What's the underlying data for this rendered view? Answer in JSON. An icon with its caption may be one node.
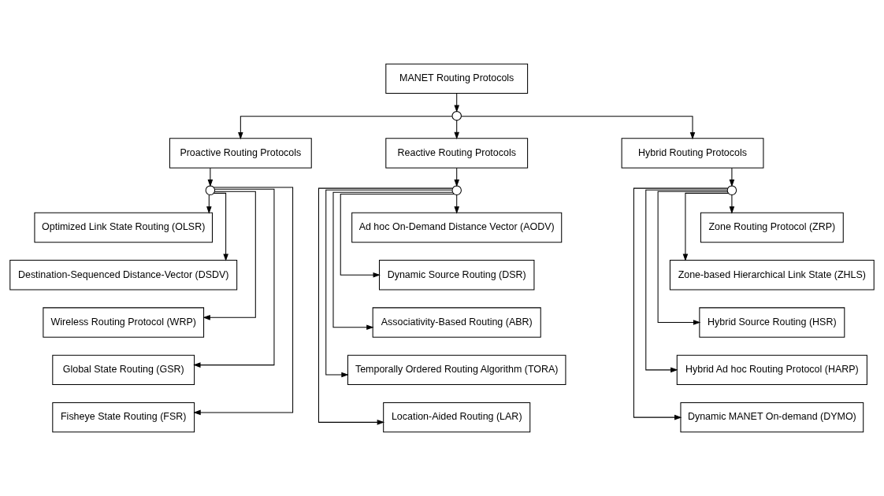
{
  "diagram": {
    "nodes": [
      {
        "text": [
          "MANET Routing Protocols"
        ]
      },
      {
        "text": [],
        "shape": "circle"
      },
      {
        "text": [
          "Proactive Routing Protocols"
        ]
      },
      {
        "text": [
          "Reactive Routing Protocols"
        ]
      },
      {
        "text": [
          "Hybrid Routing Protocols"
        ]
      },
      {
        "text": [],
        "shape": "circle"
      },
      {
        "text": [
          "Optimized Link State Routing (OLSR)"
        ]
      },
      {
        "text": [
          "Destination-Sequenced Distance-Vector (DSDV)"
        ]
      },
      {
        "text": [
          "Wireless Routing Protocol (WRP)"
        ]
      },
      {
        "text": [
          "Global State Routing (GSR)"
        ]
      },
      {
        "text": [
          "Fisheye State Routing (FSR)"
        ]
      },
      {
        "text": [],
        "shape": "circle"
      },
      {
        "text": [
          "Ad hoc On-Demand Distance Vector (AODV)"
        ]
      },
      {
        "text": [
          "Dynamic Source Routing (DSR)"
        ]
      },
      {
        "text": [
          "Associativity-Based Routing (ABR)"
        ]
      },
      {
        "text": [
          "Temporally Ordered Routing Algorithm (TORA)"
        ]
      },
      {
        "text": [
          "Location-Aided Routing (LAR)"
        ]
      },
      {
        "text": [],
        "shape": "circle"
      },
      {
        "text": [
          "Zone Routing Protocol (ZRP)"
        ]
      },
      {
        "text": [
          "Zone-based Hierarchical Link State (ZHLS)"
        ]
      },
      {
        "text": [
          "Hybrid Source Routing (HSR)"
        ]
      },
      {
        "text": [
          "Hybrid Ad hoc Routing Protocol (HARP)"
        ]
      },
      {
        "text": [
          "Dynamic MANET On-demand (DYMO)"
        ]
      }
    ],
    "edges": [
      {
        "from": 0,
        "to": 1,
        "arrow": "to"
      },
      {
        "from": 1,
        "to": 2,
        "arrow": "to"
      },
      {
        "from": 1,
        "to": 3,
        "arrow": "to"
      },
      {
        "from": 1,
        "to": 4,
        "arrow": "to"
      },
      {
        "from": 2,
        "to": 5,
        "arrow": "to"
      },
      {
        "from": 5,
        "to": 6,
        "arrow": "to"
      },
      {
        "from": 5,
        "to": 7,
        "arrow": "to"
      },
      {
        "from": 5,
        "to": 8,
        "arrow": "to"
      },
      {
        "from": 5,
        "to": 9,
        "arrow": "to"
      },
      {
        "from": 5,
        "to": 10,
        "arrow": "to"
      },
      {
        "from": 3,
        "to": 11,
        "arrow": "to"
      },
      {
        "from": 11,
        "to": 12,
        "arrow": "to"
      },
      {
        "from": 11,
        "to": 13,
        "arrow": "to"
      },
      {
        "from": 11,
        "to": 14,
        "arrow": "to"
      },
      {
        "from": 11,
        "to": 15,
        "arrow": "to"
      },
      {
        "from": 11,
        "to": 16,
        "arrow": "to"
      },
      {
        "from": 4,
        "to": 17,
        "arrow": "to"
      },
      {
        "from": 17,
        "to": 18,
        "arrow": "to"
      },
      {
        "from": 17,
        "to": 19,
        "arrow": "to"
      },
      {
        "from": 17,
        "to": 20,
        "arrow": "to"
      },
      {
        "from": 17,
        "to": 21,
        "arrow": "to"
      },
      {
        "from": 17,
        "to": 22,
        "arrow": "to"
      }
    ]
  }
}
